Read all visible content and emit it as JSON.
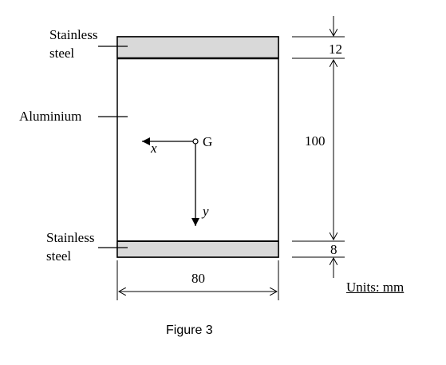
{
  "labels": {
    "stainless_top_line1": "Stainless",
    "stainless_top_line2": "steel",
    "aluminium": "Aluminium",
    "stainless_bottom_line1": "Stainless",
    "stainless_bottom_line2": "steel",
    "centroid": "G",
    "x_axis": "x",
    "y_axis": "y"
  },
  "dimensions": {
    "top_plate": "12",
    "core_height": "100",
    "bottom_plate": "8",
    "width": "80"
  },
  "units_note": "Units: mm",
  "caption": "Figure 3",
  "colors": {
    "steel_fill": "#d9d9d9",
    "aluminium_fill": "#ffffff",
    "line": "#000000"
  }
}
